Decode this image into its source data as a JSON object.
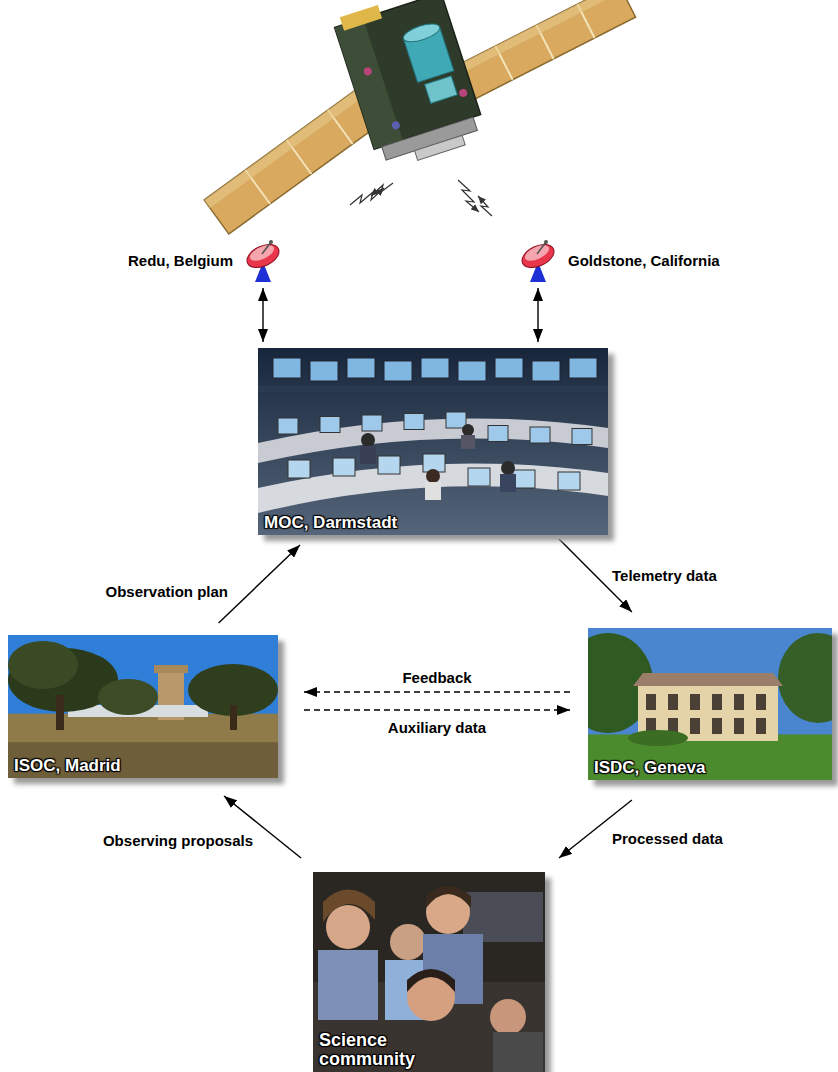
{
  "diagram": {
    "nodes": [
      {
        "text": [
          "Redu, Belgium"
        ]
      },
      {
        "text": [
          "Goldstone, California"
        ]
      },
      {
        "text": [
          "MOC, Darmstadt"
        ]
      },
      {
        "text": [
          "ISOC, Madrid"
        ]
      },
      {
        "text": [
          "ISDC, Geneva"
        ]
      },
      {
        "text": [
          "Science community"
        ]
      }
    ],
    "edges": [
      {
        "from": 3,
        "to": 2,
        "label": "Observation plan",
        "arrow": "to"
      },
      {
        "from": 2,
        "to": 4,
        "label": "Telemetry data",
        "arrow": "to"
      },
      {
        "from": 4,
        "to": 3,
        "label": "Feedback",
        "arrow": "to"
      },
      {
        "from": 3,
        "to": 4,
        "label": "Auxiliary data",
        "arrow": "to"
      },
      {
        "from": 4,
        "to": 5,
        "label": "Processed data",
        "arrow": "to"
      },
      {
        "from": 5,
        "to": 3,
        "label": "Observing proposals",
        "arrow": "to"
      },
      {
        "from": 0,
        "to": 2,
        "arrow": "both"
      },
      {
        "from": 1,
        "to": 2,
        "arrow": "both"
      }
    ]
  }
}
